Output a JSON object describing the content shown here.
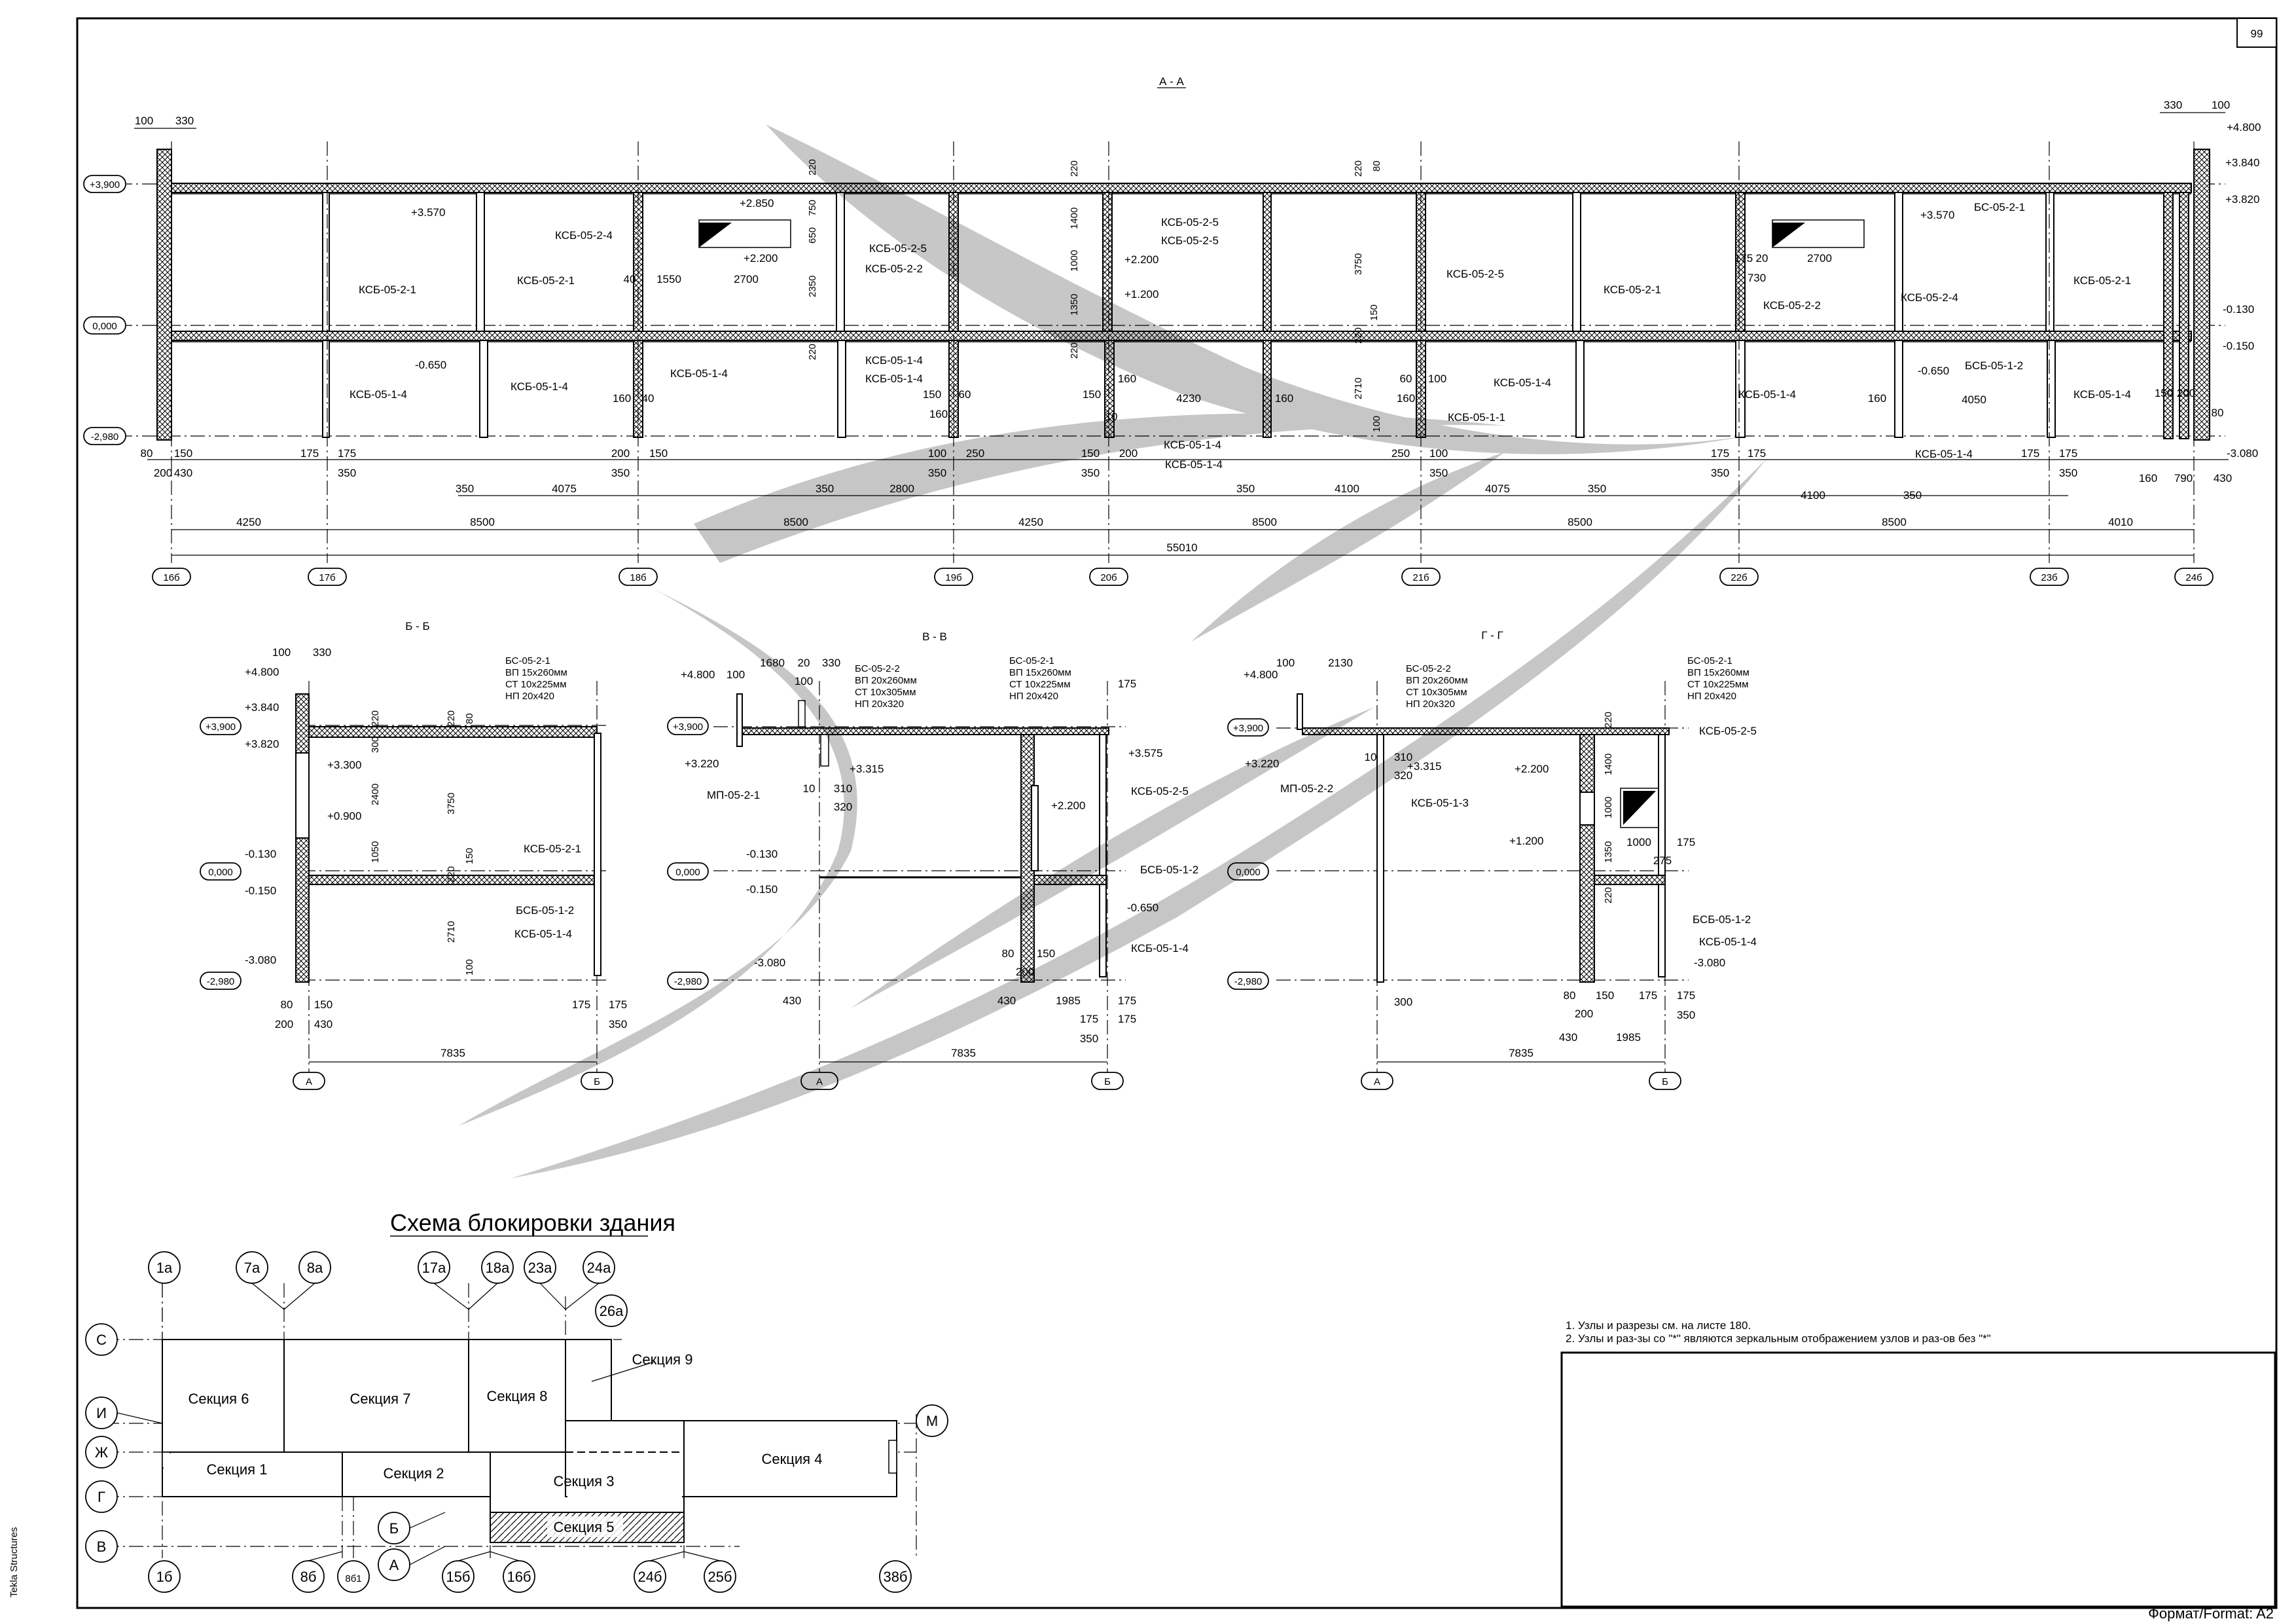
{
  "sheet": {
    "number": "99",
    "format": "Формат/Format: A2",
    "software": "Tekla Structures"
  },
  "sections": {
    "aa": {
      "title": "А - А",
      "levels": [
        "+3,900",
        "0,000",
        "-2,980"
      ],
      "axes": [
        "16б",
        "17б",
        "18б",
        "19б",
        "20б",
        "21б",
        "22б",
        "23б",
        "24б"
      ],
      "total": "55010",
      "spans": [
        "4250",
        "8500",
        "8500",
        "4250",
        "8500",
        "8500",
        "8500",
        "4010"
      ],
      "sub_dims": [
        "350",
        "4075",
        "350",
        "2800",
        "350",
        "4100",
        "4075",
        "350",
        "4100",
        "350"
      ],
      "top_dims": [
        "100",
        "330",
        "330",
        "100"
      ],
      "marks": [
        "+4.800",
        "+3.840",
        "+3.820",
        "+3.570",
        "+2.850",
        "+2.200",
        "+1.200",
        "-0.650",
        "-0.130",
        "-0.150",
        "-3.080"
      ],
      "labels": [
        "КСБ-05-2-1",
        "КСБ-05-2-4",
        "КСБ-05-2-5",
        "КСБ-05-2-2",
        "КСБ-05-1-4",
        "КСБ-05-1-1",
        "БС-05-2-1",
        "БСБ-05-1-2"
      ],
      "inner_dims": [
        "220",
        "750",
        "650",
        "2350",
        "1550",
        "2700",
        "40",
        "1400",
        "1000",
        "1350",
        "3750",
        "80",
        "150",
        "2710",
        "100",
        "160",
        "4230",
        "4050",
        "175",
        "20",
        "730",
        "2700",
        "60",
        "10",
        "150",
        "200",
        "80",
        "430",
        "175",
        "350",
        "200",
        "250",
        "160",
        "790"
      ]
    },
    "bb": {
      "title": "Б - Б",
      "levels": [
        "+3,900",
        "0,000",
        "-2,980"
      ],
      "axes": [
        "А",
        "Б"
      ],
      "total": "7835",
      "marks": [
        "+4.800",
        "+3.840",
        "+3.820",
        "+3.300",
        "+0.900",
        "-0.130",
        "-0.150",
        "-3.080"
      ],
      "spec": [
        "БС-05-2-1",
        "ВП 15х260мм",
        "СТ 10х225мм",
        "НП 20х420"
      ],
      "labels": [
        "КСБ-05-2-1",
        "БСБ-05-1-2",
        "КСБ-05-1-4"
      ],
      "dims": [
        "100",
        "330",
        "300",
        "220",
        "2400",
        "1050",
        "220",
        "80",
        "3750",
        "150",
        "2710",
        "100",
        "80",
        "150",
        "200",
        "430",
        "175",
        "175",
        "350"
      ]
    },
    "vv": {
      "title": "В - В",
      "levels": [
        "+3,900",
        "0,000",
        "-2,980"
      ],
      "axes": [
        "А",
        "Б"
      ],
      "total": "7835",
      "marks": [
        "+4.800",
        "+3.220",
        "+3.315",
        "+3.575",
        "+2.200",
        "-0.130",
        "-0.150",
        "-0.650",
        "-3.080"
      ],
      "spec1": [
        "БС-05-2-2",
        "ВП 20х260мм",
        "СТ 10х305мм",
        "НП 20х320"
      ],
      "spec2": [
        "БС-05-2-1",
        "ВП 15х260мм",
        "СТ 10х225мм",
        "НП 20х420"
      ],
      "labels": [
        "МП-05-2-1",
        "КСБ-05-2-5",
        "БСБ-05-1-2",
        "КСБ-05-1-4"
      ],
      "dims": [
        "100",
        "1680",
        "20",
        "330",
        "100",
        "10",
        "310",
        "320",
        "175",
        "80",
        "150",
        "200",
        "430",
        "430",
        "1985",
        "175",
        "175",
        "350"
      ]
    },
    "gg": {
      "title": "Г - Г",
      "levels": [
        "+3,900",
        "0,000",
        "-2,980"
      ],
      "axes": [
        "А",
        "Б"
      ],
      "total": "7835",
      "marks": [
        "+4.800",
        "+3.220",
        "+3.315",
        "+2.200",
        "+1.200",
        "-3.080"
      ],
      "spec1": [
        "БС-05-2-2",
        "ВП 20х260мм",
        "СТ 10х305мм",
        "НП 20х320"
      ],
      "spec2": [
        "БС-05-2-1",
        "ВП 15х260мм",
        "СТ 10х225мм",
        "НП 20х420"
      ],
      "labels": [
        "МП-05-2-2",
        "КСБ-05-1-3",
        "КСБ-05-2-5",
        "БСБ-05-1-2",
        "КСБ-05-1-4"
      ],
      "dims": [
        "100",
        "2130",
        "10",
        "310",
        "320",
        "220",
        "1400",
        "1000",
        "1350",
        "220",
        "1000",
        "175",
        "275",
        "300",
        "80",
        "150",
        "200",
        "175",
        "175",
        "350",
        "430",
        "1985"
      ]
    }
  },
  "scheme": {
    "title": "Схема блокировки здания",
    "top_axes": [
      "1а",
      "7а",
      "8а",
      "17а",
      "18а",
      "23а",
      "24а",
      "26а"
    ],
    "left_axes": [
      "С",
      "И",
      "Ж",
      "Г",
      "В"
    ],
    "bottom_axes": [
      "1б",
      "8б",
      "8б1",
      "15б",
      "16б",
      "24б",
      "25б",
      "38б"
    ],
    "other_axes": [
      "М",
      "Б",
      "А"
    ],
    "sections": [
      "Секция 6",
      "Секция 7",
      "Секция 8",
      "Секция 9",
      "Секция 1",
      "Секция 2",
      "Секция 3",
      "Секция 4",
      "Секция 5"
    ]
  },
  "notes": [
    "1. Узлы и разрезы см. на листе 180.",
    "2. Узлы и раз-зы со \"*\" являются зеркальным отображением узлов и раз-ов без \"*\""
  ]
}
